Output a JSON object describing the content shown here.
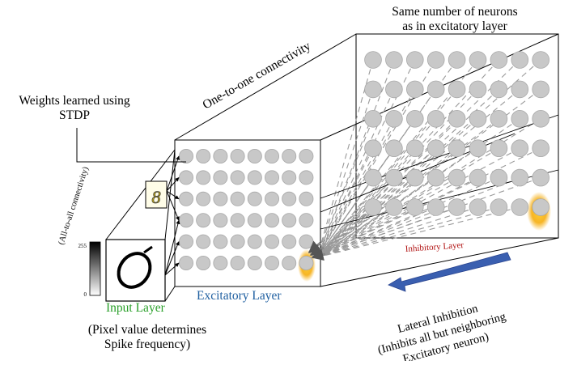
{
  "labels": {
    "same_neurons_line1": "Same number of neurons",
    "same_neurons_line2": "as in excitatory layer",
    "one_to_one": "One-to-one connectivity",
    "weights_line1": "Weights learned using",
    "weights_line2": "STDP",
    "all_to_all": "(All-to-all connectivity)",
    "inhibitory_layer": "Inhibitory Layer",
    "excitatory_layer": "Excitatory Layer",
    "input_layer": "Input Layer",
    "pixel_line1": "(Pixel value determines",
    "pixel_line2": "Spike frequency)",
    "lateral_line1": "Lateral Inhibition",
    "lateral_line2": "(Inhibits all but neighboring",
    "lateral_line3": "Excitatory neuron)",
    "colorbar_max": "255",
    "colorbar_min": "0"
  },
  "input_digit": "0",
  "weight_digit": "8",
  "colors": {
    "neuron_fill": "#c8c8c8",
    "neuron_stroke": "#a8a8a8",
    "highlight": "#f5a800",
    "input_label": "#2aa02a",
    "excitatory_label": "#1f5fa0",
    "inhibitory_label": "#b01010",
    "arrow": "#3a5fb0"
  }
}
